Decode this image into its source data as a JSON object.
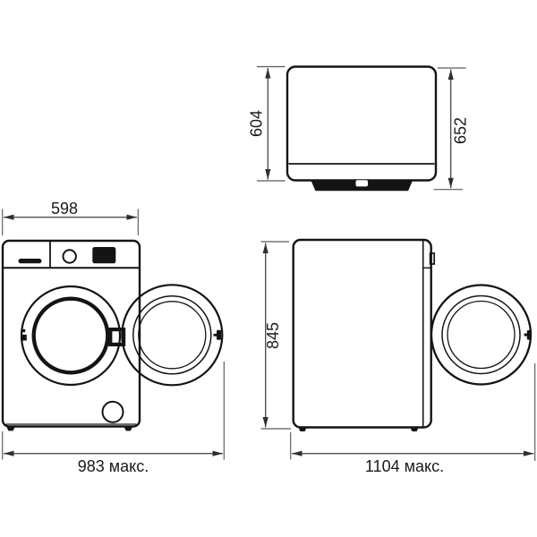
{
  "colors": {
    "background": "#ffffff",
    "outline": "#141414",
    "dimension_line": "#3f3f3f",
    "label_text": "#1b1b1b"
  },
  "views": {
    "top": {
      "depth": "604",
      "total_depth": "652"
    },
    "front": {
      "width": "598",
      "max_width_door_open": "983 макс."
    },
    "side": {
      "height": "845",
      "max_depth_door_open": "1104 макс."
    }
  }
}
